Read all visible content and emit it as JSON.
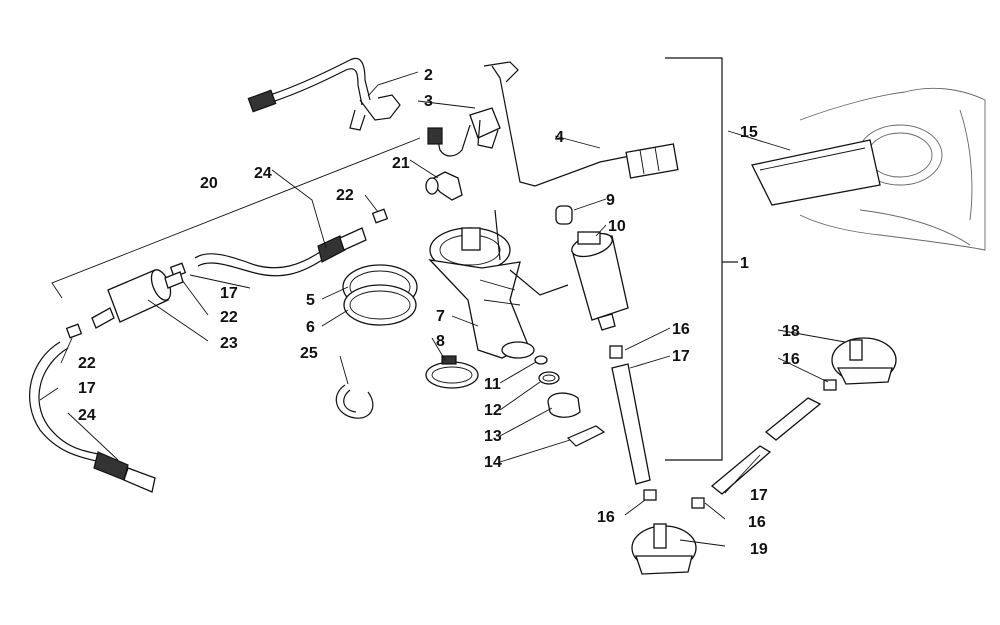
{
  "callouts": [
    {
      "id": "c1",
      "label": "1"
    },
    {
      "id": "c2",
      "label": "2"
    },
    {
      "id": "c3",
      "label": "3"
    },
    {
      "id": "c4",
      "label": "4"
    },
    {
      "id": "c5",
      "label": "5"
    },
    {
      "id": "c6",
      "label": "6"
    },
    {
      "id": "c7",
      "label": "7"
    },
    {
      "id": "c8",
      "label": "8"
    },
    {
      "id": "c9",
      "label": "9"
    },
    {
      "id": "c10",
      "label": "10"
    },
    {
      "id": "c11",
      "label": "11"
    },
    {
      "id": "c12",
      "label": "12"
    },
    {
      "id": "c13",
      "label": "13"
    },
    {
      "id": "c14",
      "label": "14"
    },
    {
      "id": "c15",
      "label": "15"
    },
    {
      "id": "c16a",
      "label": "16"
    },
    {
      "id": "c16b",
      "label": "16"
    },
    {
      "id": "c16c",
      "label": "16"
    },
    {
      "id": "c16d",
      "label": "16"
    },
    {
      "id": "c17a",
      "label": "17"
    },
    {
      "id": "c17b",
      "label": "17"
    },
    {
      "id": "c17c",
      "label": "17"
    },
    {
      "id": "c17d",
      "label": "17"
    },
    {
      "id": "c18",
      "label": "18"
    },
    {
      "id": "c19",
      "label": "19"
    },
    {
      "id": "c20",
      "label": "20"
    },
    {
      "id": "c21",
      "label": "21"
    },
    {
      "id": "c22a",
      "label": "22"
    },
    {
      "id": "c22b",
      "label": "22"
    },
    {
      "id": "c22c",
      "label": "22"
    },
    {
      "id": "c23",
      "label": "23"
    },
    {
      "id": "c24a",
      "label": "24"
    },
    {
      "id": "c24b",
      "label": "24"
    },
    {
      "id": "c25",
      "label": "25"
    }
  ]
}
